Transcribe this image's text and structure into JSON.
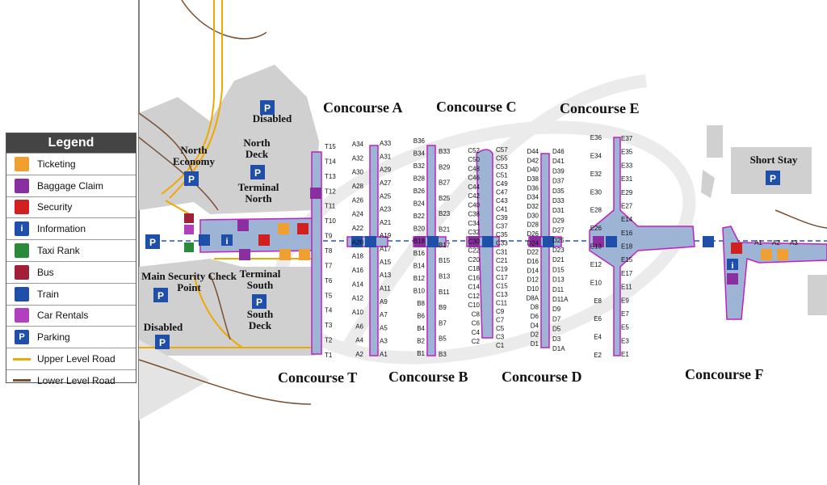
{
  "legend": {
    "title": "Legend",
    "items": [
      {
        "label": "Ticketing",
        "icon": "ticketing-icon",
        "color": "#f0a030"
      },
      {
        "label": "Baggage Claim",
        "icon": "baggage-claim-icon",
        "color": "#8a2fa0"
      },
      {
        "label": "Security",
        "icon": "security-icon",
        "color": "#d02020"
      },
      {
        "label": "Information",
        "icon": "information-icon",
        "color": "#1f4fa8"
      },
      {
        "label": "Taxi Rank",
        "icon": "taxi-icon",
        "color": "#2a8a3a"
      },
      {
        "label": "Bus",
        "icon": "bus-icon",
        "color": "#a0203a"
      },
      {
        "label": "Train",
        "icon": "train-icon",
        "color": "#1f4fa8"
      },
      {
        "label": "Car Rentals",
        "icon": "car-rental-icon",
        "color": "#b040c0"
      },
      {
        "label": "Parking",
        "icon": "parking-icon",
        "color": "#1f4fa8"
      },
      {
        "label": "Upper Level Road",
        "icon": "upper-road-line",
        "color": "#f0a800"
      },
      {
        "label": "Lower Level  Road",
        "icon": "lower-road-line",
        "color": "#7a5030"
      }
    ]
  },
  "concourses": {
    "A": "Concourse A",
    "C": "Concourse C",
    "E": "Concourse E",
    "T": "Concourse T",
    "B": "Concourse B",
    "D": "Concourse D",
    "F": "Concourse F"
  },
  "places": {
    "disabled_top": "Disabled",
    "north_economy": "North\nEconomy",
    "north_deck": "North\nDeck",
    "terminal_north": "Terminal\nNorth",
    "terminal_south": "Terminal\nSouth",
    "south_deck": "South\nDeck",
    "disabled_bottom": "Disabled",
    "main_security": "Main Security Check\nPoint",
    "short_stay": "Short Stay",
    "parking_letter": "P"
  },
  "gates": {
    "T": [
      "T15",
      "T14",
      "T13",
      "T12",
      "T11",
      "T10",
      "T9",
      "T8",
      "T7",
      "T6",
      "T5",
      "T4",
      "T3",
      "T2",
      "T1"
    ],
    "A_left": [
      "A34",
      "A32",
      "A30",
      "A28",
      "A26",
      "A24",
      "A22",
      "A20",
      "A18",
      "A16",
      "A14",
      "A12",
      "A10",
      "A6",
      "A4",
      "A2"
    ],
    "A_right": [
      "A33",
      "A31",
      "A29",
      "A27",
      "A25",
      "A23",
      "A21",
      "A19",
      "A17",
      "A15",
      "A13",
      "A11",
      "A9",
      "A7",
      "A5",
      "A3",
      "A1"
    ],
    "B_left": [
      "B36",
      "B34",
      "B32",
      "B28",
      "B26",
      "B24",
      "B22",
      "B20",
      "B18",
      "B16",
      "B14",
      "B12",
      "B10",
      "B8",
      "B6",
      "B4",
      "B2",
      "B1"
    ],
    "B_right": [
      "B33",
      "B29",
      "B27",
      "B25",
      "B23",
      "B21",
      "B17",
      "B15",
      "B13",
      "B11",
      "B9",
      "B7",
      "B5",
      "B3"
    ],
    "C_left": [
      "C52",
      "C50",
      "C48",
      "C46",
      "C44",
      "C42",
      "C40",
      "C38",
      "C34",
      "C32",
      "C30",
      "C22",
      "C20",
      "C18",
      "C16",
      "C14",
      "C12",
      "C10",
      "C8",
      "C6",
      "C4",
      "C2"
    ],
    "C_right": [
      "C57",
      "C55",
      "C53",
      "C51",
      "C49",
      "C47",
      "C43",
      "C41",
      "C39",
      "C37",
      "C35",
      "C33",
      "C31",
      "C21",
      "C19",
      "C17",
      "C15",
      "C13",
      "C11",
      "C9",
      "C7",
      "C5",
      "C3",
      "C1"
    ],
    "D_left": [
      "D44",
      "D42",
      "D40",
      "D38",
      "D36",
      "D34",
      "D32",
      "D30",
      "D28",
      "D26",
      "D24",
      "D22",
      "D16",
      "D14",
      "D12",
      "D10",
      "D8A",
      "D8",
      "D6",
      "D4",
      "D2",
      "D1"
    ],
    "D_right": [
      "D46",
      "D41",
      "D39",
      "D37",
      "D35",
      "D33",
      "D31",
      "D29",
      "D27",
      "D25",
      "D23",
      "D21",
      "D15",
      "D13",
      "D11",
      "D11A",
      "D9",
      "D7",
      "D5",
      "D3",
      "D1A"
    ],
    "E_left": [
      "E36",
      "E34",
      "E32",
      "E30",
      "E28",
      "E26",
      "E13",
      "E12",
      "E10",
      "E8",
      "E6",
      "E4",
      "E2"
    ],
    "E_right": [
      "E37",
      "E35",
      "E33",
      "E31",
      "E29",
      "E27",
      "E14",
      "E16",
      "E18",
      "E15",
      "E17",
      "E11",
      "E9",
      "E7",
      "E5",
      "E3",
      "E1"
    ],
    "F": [
      "A1",
      "A2",
      "A3"
    ]
  }
}
